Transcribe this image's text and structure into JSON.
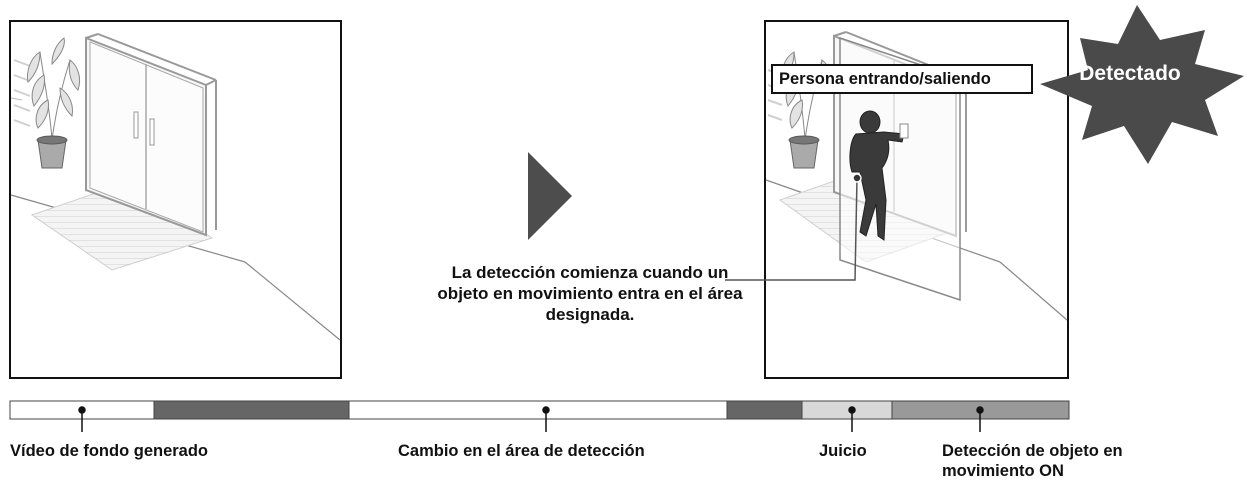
{
  "caption": "La detección comienza cuando un objeto en movimiento entra en el área designada.",
  "person_label": "Persona entrando/saliendo",
  "detected_label": "Detectado",
  "timeline": {
    "labels": [
      "Vídeo de fondo generado",
      "Cambio en el área de detección",
      "Juicio",
      "Detección de objeto en movimiento ON"
    ]
  },
  "colors": {
    "burst": "#4a4a4a",
    "segment_dark": "#666666",
    "segment_light": "#d8d8d8",
    "segment_mid": "#999999",
    "arrow": "#4d4d4d"
  },
  "icons": [
    "play-arrow-icon",
    "burst-icon",
    "potted-plant-icon",
    "door-icon",
    "person-icon"
  ]
}
